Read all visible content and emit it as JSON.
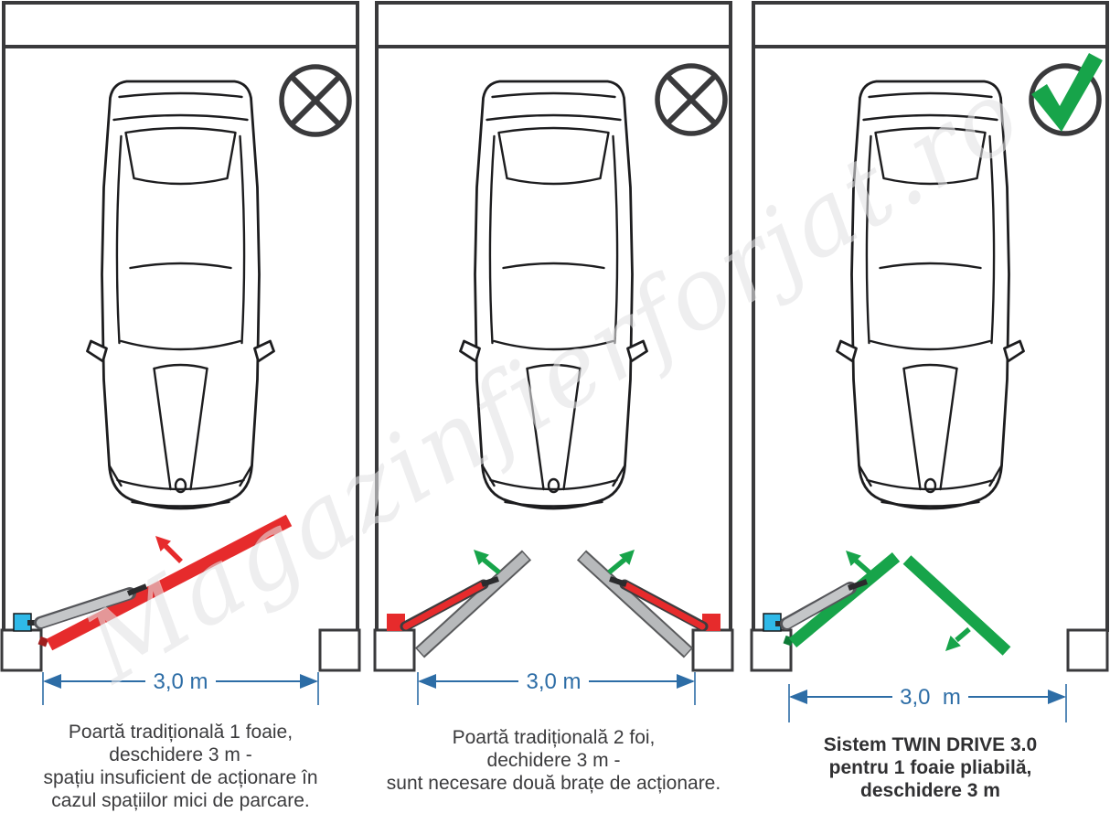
{
  "watermark": {
    "text": "Magazinfierforjat.ro"
  },
  "colors": {
    "line": "#3a3a3c",
    "red": "#e62b2c",
    "green": "#17a44a",
    "cyan": "#2fb9e8",
    "blue": "#2d6da6"
  },
  "panels": [
    {
      "id": "traditional-1-leaf",
      "verdict": "rejected",
      "verdict_icon": "x-circle",
      "dimension_label": "3,0 m",
      "caption_lines": [
        "Poartă tradițională 1 foaie,",
        "deschidere 3 m -",
        "spațiu insuficient de acționare în",
        "cazul spațiilor mici de parcare."
      ]
    },
    {
      "id": "traditional-2-leaf",
      "verdict": "rejected",
      "verdict_icon": "x-circle",
      "dimension_label": "3,0 m",
      "caption_lines": [
        "Poartă tradițională 2 foi,",
        "dechidere 3 m -",
        "sunt necesare două brațe de acționare."
      ]
    },
    {
      "id": "twin-drive-folding",
      "verdict": "approved",
      "verdict_icon": "check-circle",
      "dimension_label": "3,0  m",
      "caption_lines": [
        "Sistem TWIN DRIVE 3.0",
        "pentru 1 foaie pliabilă,",
        "deschidere 3 m"
      ]
    }
  ]
}
